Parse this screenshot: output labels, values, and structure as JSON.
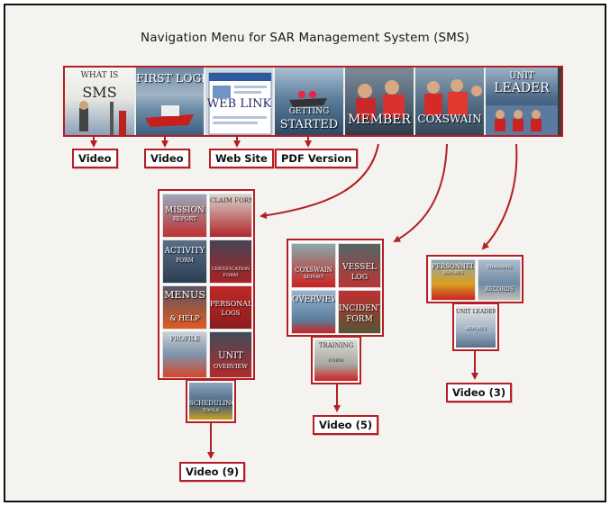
{
  "title": "Navigation Menu for SAR Management System (SMS)",
  "top_menu": [
    {
      "line1": "WHAT IS",
      "line2": "SMS"
    },
    {
      "line1": "FIRST LOGIN",
      "line2": ""
    },
    {
      "line1": "WEB LINK",
      "line2": ""
    },
    {
      "line1": "GETTING",
      "line2": "STARTED"
    },
    {
      "line1": "MEMBER",
      "line2": ""
    },
    {
      "line1": "COXSWAIN",
      "line2": ""
    },
    {
      "line1": "UNIT",
      "line2": "LEADER"
    }
  ],
  "top_labels": [
    "Video",
    "Video",
    "Web Site",
    "PDF Version"
  ],
  "member_group": {
    "cells": [
      {
        "line1": "MISSION",
        "line2": "REPORT"
      },
      {
        "line1": "CLAIM FORM",
        "line2": ""
      },
      {
        "line1": "ACTIVITY",
        "line2": "FORM"
      },
      {
        "line1": "CERTIFICATION",
        "line2": "FORM"
      },
      {
        "line1": "MENUS",
        "line2": "& HELP"
      },
      {
        "line1": "PERSONAL",
        "line2": "LOGS"
      },
      {
        "line1": "PROFILE",
        "line2": ""
      },
      {
        "line1": "UNIT",
        "line2": "OVERVIEW"
      }
    ],
    "extra": {
      "line1": "SCHEDULING",
      "line2": "TOOLS"
    },
    "label": "Video (9)"
  },
  "coxswain_group": {
    "cells": [
      {
        "line1": "COXSWAIN",
        "line2": "REPORT"
      },
      {
        "line1": "VESSEL",
        "line2": "LOG"
      },
      {
        "line1": "OVERVIEW",
        "line2": ""
      },
      {
        "line1": "INCIDENT",
        "line2": "FORM"
      }
    ],
    "extra": {
      "line1": "TRAINING",
      "line2": "FORM"
    },
    "label": "Video (5)"
  },
  "leader_group": {
    "cells": [
      {
        "line1": "PERSONNEL",
        "line2": "REPORTS"
      },
      {
        "line1": "TRAINING",
        "line2": "RECORDS"
      }
    ],
    "extra": {
      "line1": "UNIT LEADER",
      "line2": "REPORTS"
    },
    "label": "Video (3)"
  },
  "colors": {
    "accent": "#b41f24",
    "panel": "#f4f3ef"
  }
}
